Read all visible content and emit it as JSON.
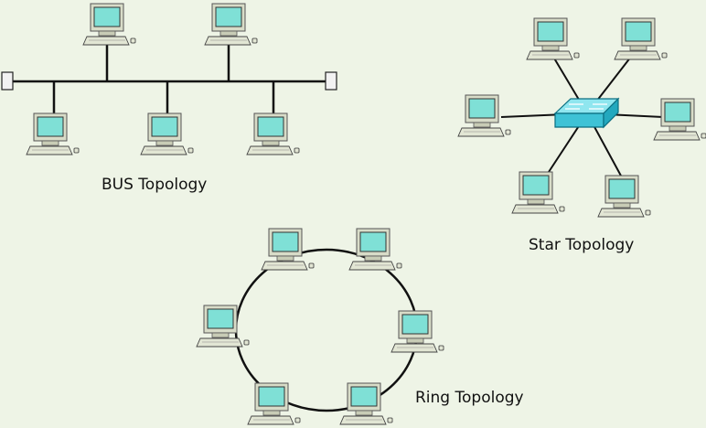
{
  "diagram": {
    "bus": {
      "label": "BUS Topology",
      "node_count": 5,
      "terminator_count": 2
    },
    "star": {
      "label": "Star Topology",
      "node_count": 6,
      "hub": "network-switch-icon"
    },
    "ring": {
      "label": "Ring Topology",
      "node_count": 6
    }
  },
  "colors": {
    "background": "#eef4e6",
    "line": "#111111",
    "monitor_screen": "#7fe0d6",
    "monitor_body": "#d8dcc8",
    "switch": "#5ed0e0"
  }
}
